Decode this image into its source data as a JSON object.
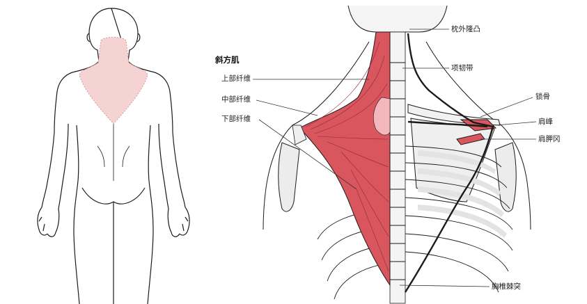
{
  "figure": {
    "muscle_title": "斜方肌",
    "left_labels": {
      "upper_fibers": "上部纤维",
      "middle_fibers": "中部纤维",
      "lower_fibers": "下部纤维"
    },
    "right_labels": {
      "external_occipital_protuberance": "枕外隆凸",
      "nuchal_ligament": "项韧带",
      "clavicle": "锁骨",
      "acromion": "肩峰",
      "scapular_spine": "肩胛冈",
      "thoracic_spinous_processes": "胸椎棘突"
    }
  },
  "colors": {
    "muscle_fill": "#d9565f",
    "muscle_highlight": "#f4b8bc",
    "shoulder_pain_zone": "#f6d3d3",
    "line_color": "#1a1a1a",
    "bone_shade": "#ececec"
  },
  "icons": {
    "body_outline": "human-back-outline-icon",
    "skeleton": "skeleton-back-icon"
  }
}
